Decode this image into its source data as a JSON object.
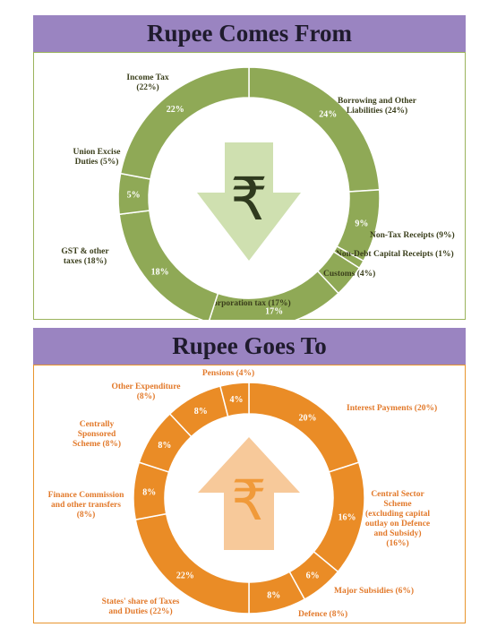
{
  "colors": {
    "header_bg": "#9a84c1",
    "donut_top": "#8fa956",
    "donut_top_text": "#3b3f1c",
    "arrow_top": "#cfe0b0",
    "donut_bottom": "#ea8c26",
    "donut_bottom_text": "#e2792a",
    "arrow_bottom": "#f7c99a"
  },
  "icons": {
    "center_symbol": "rupee-sign"
  },
  "chart_data": [
    {
      "type": "pie",
      "variant": "donut",
      "title": "Rupee Comes From",
      "center_symbol": "₹",
      "arrow_direction": "down",
      "slices": [
        {
          "label_lines": [
            "Borrowing and Other",
            "Liabilities (24%)"
          ],
          "pct_label": "24%",
          "value": 24
        },
        {
          "label_lines": [
            "Non-Tax Receipts (9%)"
          ],
          "pct_label": "9%",
          "value": 9
        },
        {
          "label_lines": [
            "Non-Debt Capital Receipts (1%)"
          ],
          "pct_label": "1%",
          "value": 1
        },
        {
          "label_lines": [
            "Customs (4%)"
          ],
          "pct_label": "4%",
          "value": 4
        },
        {
          "label_lines": [
            "Corporation tax (17%)"
          ],
          "pct_label": "17%",
          "value": 17
        },
        {
          "label_lines": [
            "GST & other",
            "taxes (18%)"
          ],
          "pct_label": "18%",
          "value": 18
        },
        {
          "label_lines": [
            "Union Excise",
            "Duties (5%)"
          ],
          "pct_label": "5%",
          "value": 5
        },
        {
          "label_lines": [
            "Income Tax",
            "(22%)"
          ],
          "pct_label": "22%",
          "value": 22
        }
      ]
    },
    {
      "type": "pie",
      "variant": "donut",
      "title": "Rupee Goes To",
      "center_symbol": "₹",
      "arrow_direction": "up",
      "slices": [
        {
          "label_lines": [
            "Interest Payments (20%)"
          ],
          "pct_label": "20%",
          "value": 20
        },
        {
          "label_lines": [
            "Central Sector",
            "Scheme",
            "(excluding capital",
            "outlay on Defence",
            "and Subsidy)",
            "(16%)"
          ],
          "pct_label": "16%",
          "value": 16
        },
        {
          "label_lines": [
            "Major Subsidies (6%)"
          ],
          "pct_label": "6%",
          "value": 6
        },
        {
          "label_lines": [
            "Defence (8%)"
          ],
          "pct_label": "8%",
          "value": 8
        },
        {
          "label_lines": [
            "States' share of Taxes",
            "and Duties (22%)"
          ],
          "pct_label": "22%",
          "value": 22
        },
        {
          "label_lines": [
            "Finance Commission",
            "and other transfers",
            "(8%)"
          ],
          "pct_label": "8%",
          "value": 8
        },
        {
          "label_lines": [
            "Centrally",
            "Sponsored",
            "Scheme (8%)"
          ],
          "pct_label": "8%",
          "value": 8
        },
        {
          "label_lines": [
            "Other Expenditure",
            "(8%)"
          ],
          "pct_label": "8%",
          "value": 8
        },
        {
          "label_lines": [
            "Pensions (4%)"
          ],
          "pct_label": "4%",
          "value": 4
        }
      ]
    }
  ]
}
